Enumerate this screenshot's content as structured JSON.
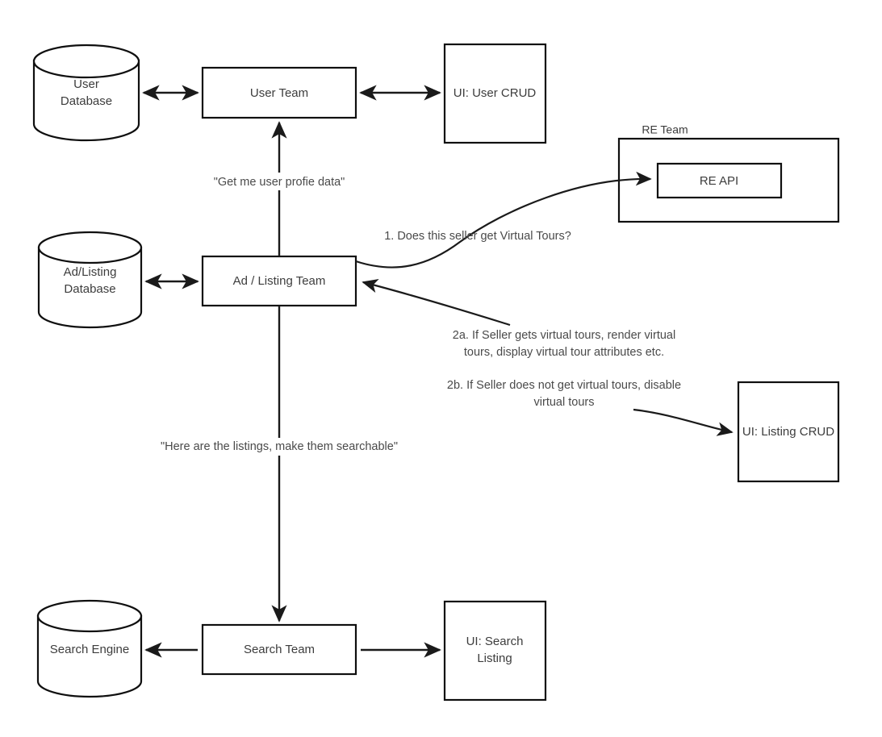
{
  "diagram": {
    "title": "Team and system interaction flow",
    "background_color": "#ffffff",
    "stroke_color": "#0f0f0f",
    "text_color": "#3d3d3d",
    "nodes": {
      "user_database": {
        "label_line1": "User",
        "label_line2": "Database",
        "shape": "cylinder"
      },
      "user_team": {
        "label": "User Team",
        "shape": "rectangle"
      },
      "ui_user_crud": {
        "label": "UI: User CRUD",
        "shape": "rectangle"
      },
      "re_team": {
        "label": "RE Team",
        "shape": "container"
      },
      "re_api": {
        "label": "RE API",
        "shape": "rectangle"
      },
      "ad_listing_database": {
        "label_line1": "Ad/Listing",
        "label_line2": "Database",
        "shape": "cylinder"
      },
      "ad_listing_team": {
        "label": "Ad / Listing Team",
        "shape": "rectangle"
      },
      "ui_listing_crud": {
        "label": "UI: Listing CRUD",
        "shape": "rectangle"
      },
      "search_engine": {
        "label": "Search Engine",
        "shape": "cylinder"
      },
      "search_team": {
        "label": "Search Team",
        "shape": "rectangle"
      },
      "ui_search_listing": {
        "label_line1": "UI: Search",
        "label_line2": "Listing",
        "shape": "rectangle"
      }
    },
    "edge_labels": {
      "user_profile_request": "\"Get me user profie data\"",
      "virtual_tours_question": "1. Does this seller get Virtual Tours?",
      "virtual_tours_yes_line1": "2a. If Seller gets virtual tours, render virtual",
      "virtual_tours_yes_line2": "tours, display virtual tour attributes etc.",
      "virtual_tours_no_line1": "2b. If Seller does not get virtual tours, disable",
      "virtual_tours_no_line2": "virtual tours",
      "listings_searchable": "\"Here are the listings, make them searchable\""
    }
  }
}
